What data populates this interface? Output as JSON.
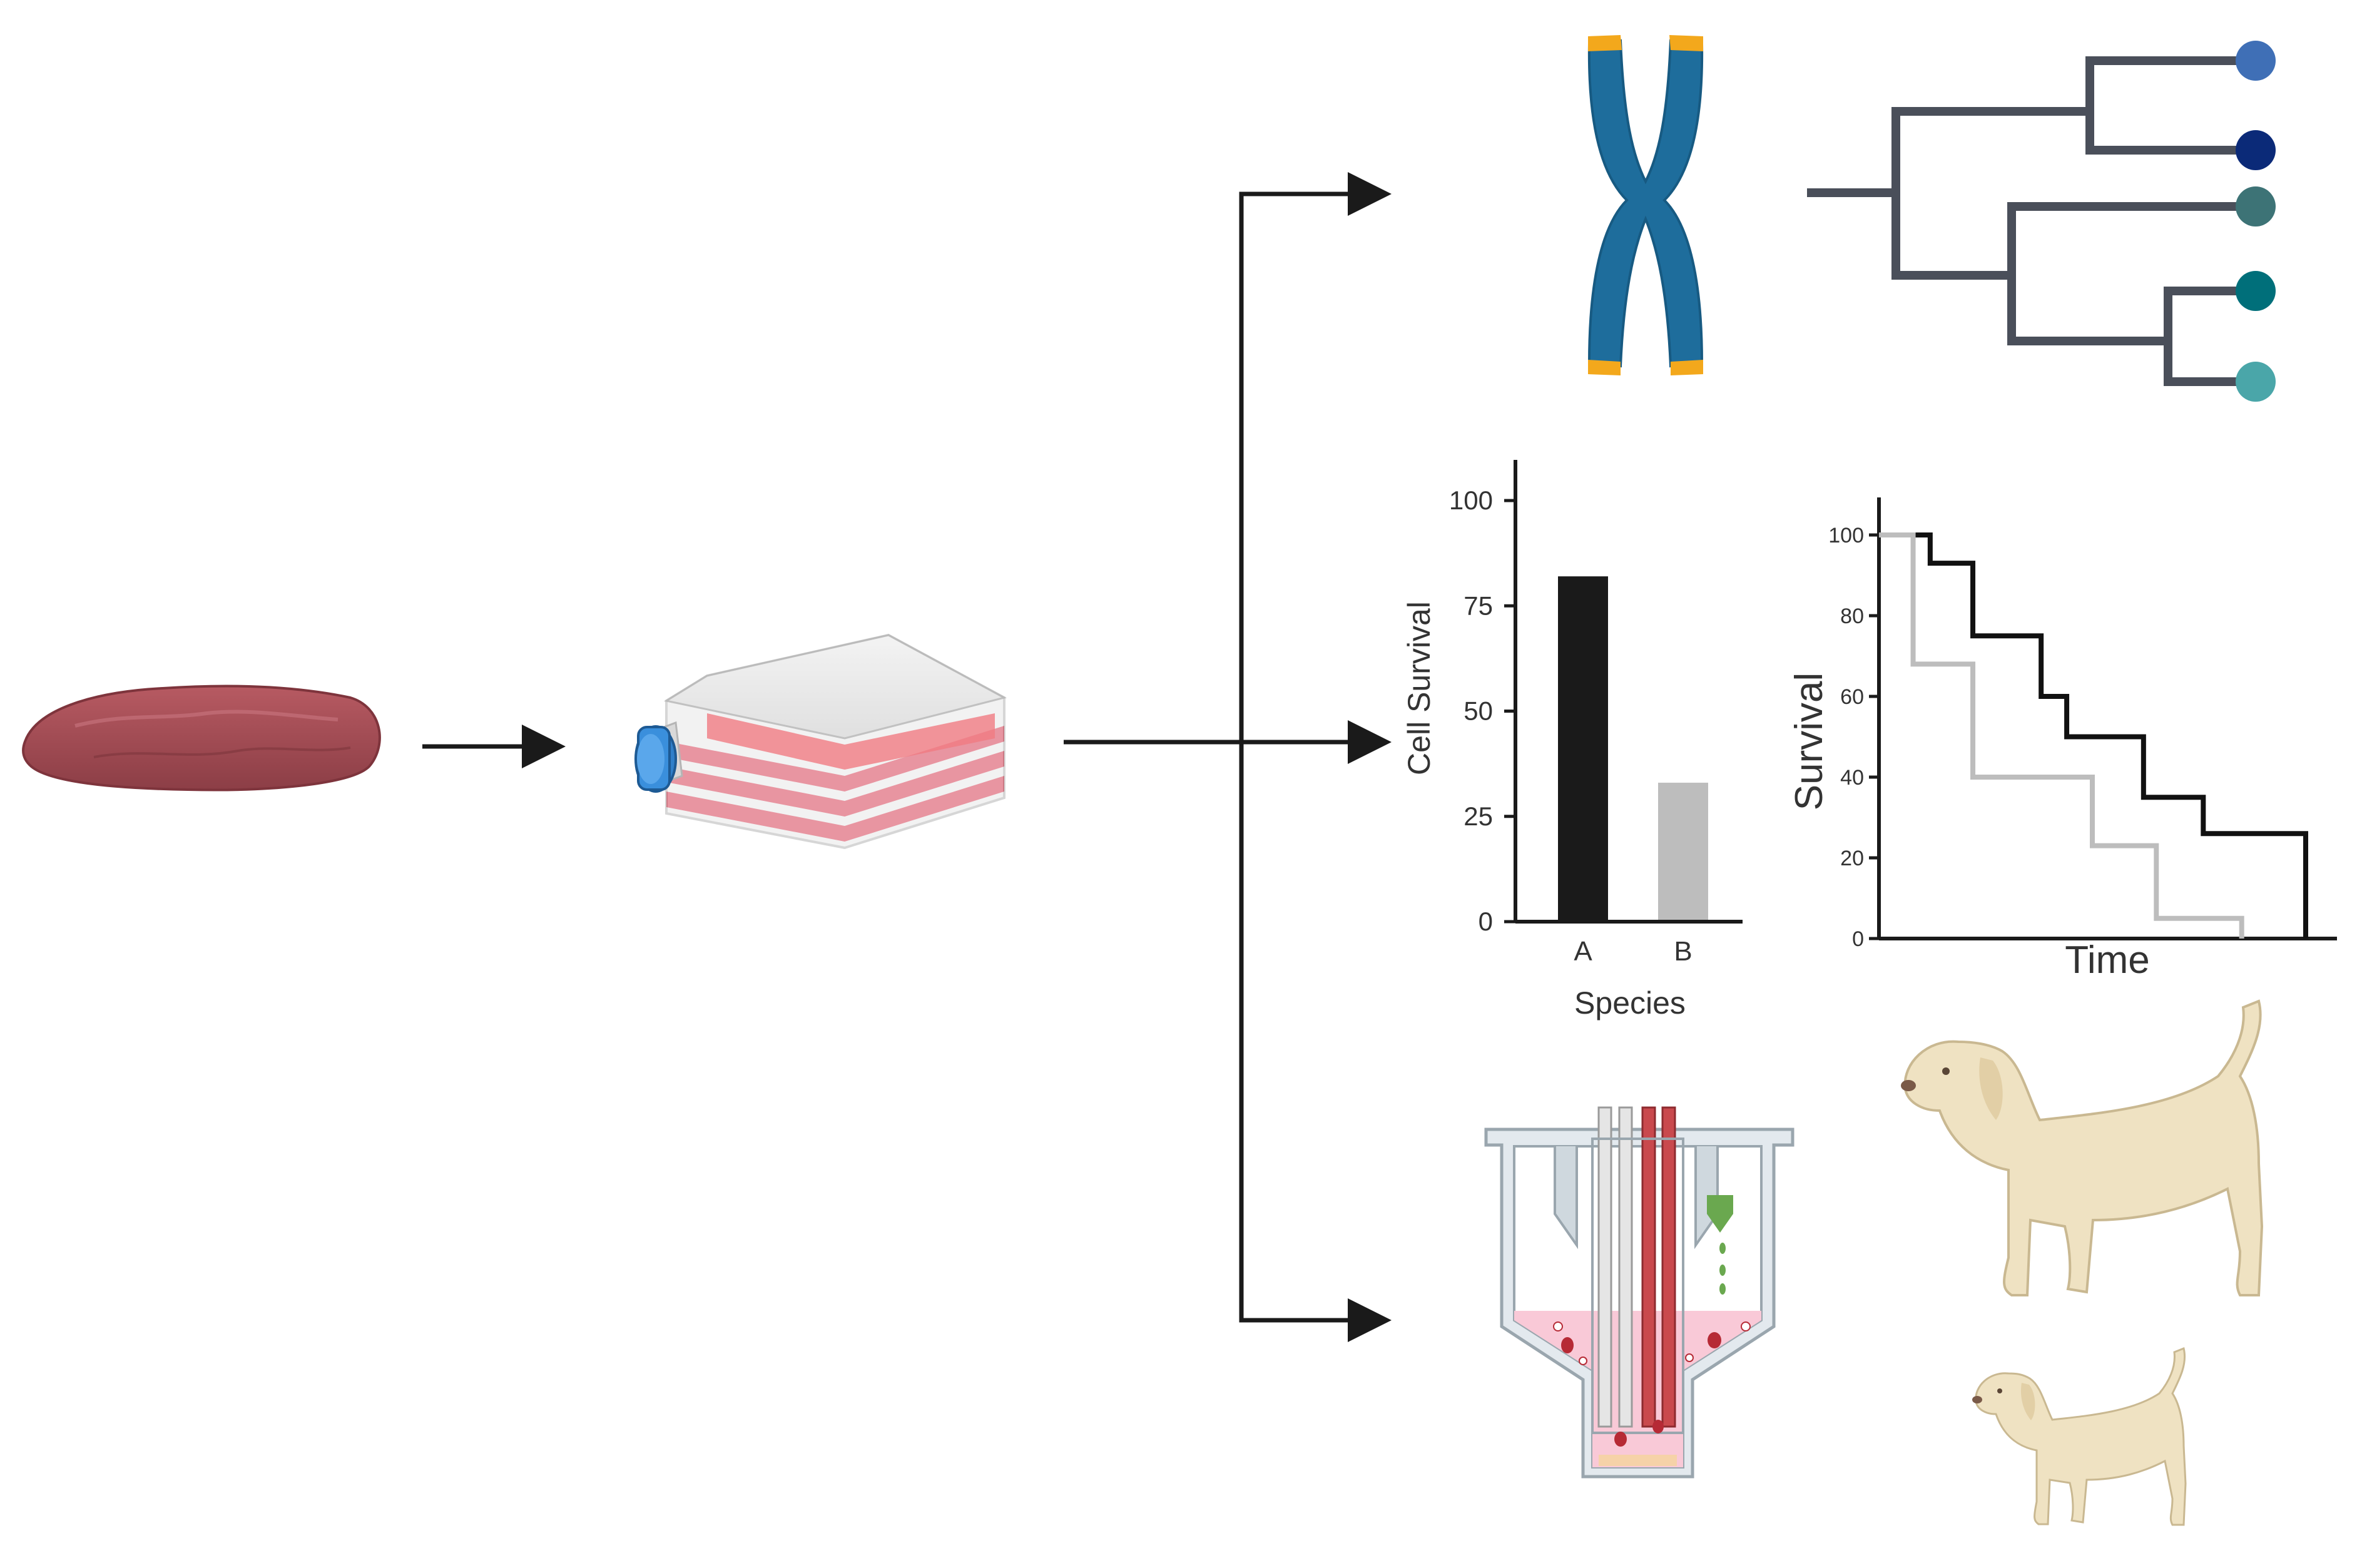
{
  "colors": {
    "arrow": "#1a1a1a",
    "tissue": "#a24a52",
    "tissue_dark": "#7e343c",
    "flask_cap": "#2f7fc9",
    "flask_media": "#e8304a",
    "chromosome": "#1e6d9c",
    "telomere": "#f3a81c",
    "tree_branch": "#4a4f5a",
    "tip_colors": [
      "#3f6fb6",
      "#0b2a78",
      "#3d7376",
      "#006f7a",
      "#4aa6a9"
    ],
    "bar_a": "#1a1a1a",
    "bar_b": "#bdbdbd",
    "km_black": "#111111",
    "km_gray": "#bdbdbd",
    "bioreactor_wall": "#cfd8de",
    "bioreactor_media": "#f9c9d7",
    "dog_body": "#efe2c2"
  },
  "chart_data": [
    {
      "type": "bar",
      "categories": [
        "A",
        "B"
      ],
      "values": [
        82,
        33
      ],
      "series_colors": [
        "#1a1a1a",
        "#bdbdbd"
      ],
      "ylim": [
        0,
        100
      ],
      "yticks": [
        "0",
        "25",
        "50",
        "75",
        "100"
      ],
      "xlabel": "Species",
      "ylabel": "Cell Survival",
      "grid": false
    },
    {
      "type": "line",
      "step": true,
      "xlabel": "Time",
      "ylabel": "Survival",
      "ylim": [
        0,
        100
      ],
      "yticks": [
        "0",
        "20",
        "40",
        "60",
        "80",
        "100"
      ],
      "grid": false,
      "series": [
        {
          "color": "#111111",
          "x": [
            0,
            12,
            22,
            38,
            44,
            62,
            76,
            84,
            100,
            100
          ],
          "y": [
            100,
            93,
            75,
            60,
            50,
            35,
            26,
            26,
            0,
            0
          ]
        },
        {
          "color": "#bdbdbd",
          "x": [
            0,
            8,
            22,
            50,
            65,
            85,
            85
          ],
          "y": [
            100,
            68,
            40,
            23,
            5,
            0,
            0
          ]
        }
      ]
    }
  ]
}
